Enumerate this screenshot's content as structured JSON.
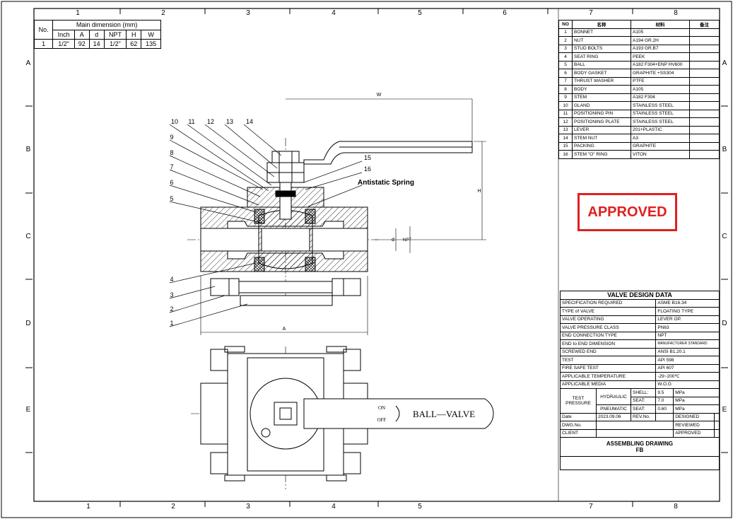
{
  "border": {
    "columns_top": [
      "1",
      "2",
      "3",
      "4",
      "5",
      "6",
      "7",
      "8"
    ],
    "columns_bottom": [
      "1",
      "2",
      "3",
      "4",
      "5",
      "7",
      "8"
    ],
    "rows": [
      "A",
      "B",
      "C",
      "D",
      "E"
    ]
  },
  "dimension_table": {
    "no_header": "No.",
    "title": "Main dimension (mm)",
    "columns": [
      "Inch",
      "A",
      "d",
      "NPT",
      "H",
      "W"
    ],
    "row": {
      "no": "1",
      "values": [
        "1/2\"",
        "92",
        "14",
        "1/2\"",
        "62",
        "135"
      ]
    }
  },
  "parts_table": {
    "headers": [
      "NO",
      "名称",
      "材料",
      "备注"
    ],
    "rows": [
      {
        "no": "1",
        "name": "BONNET",
        "material": "A105"
      },
      {
        "no": "2",
        "name": "NUT",
        "material": "A194 GR.2H"
      },
      {
        "no": "3",
        "name": "STUD BOLTS",
        "material": "A193 GR.B7"
      },
      {
        "no": "4",
        "name": "SEAT RING",
        "material": "PEEK"
      },
      {
        "no": "5",
        "name": "BALL",
        "material": "A182 F304+ENP HV600"
      },
      {
        "no": "6",
        "name": "BODY GASKET",
        "material": "GRAPHITE +SS304"
      },
      {
        "no": "7",
        "name": "THRUST WASHER",
        "material": "PTFE"
      },
      {
        "no": "8",
        "name": "BODY",
        "material": "A105"
      },
      {
        "no": "9",
        "name": "STEM",
        "material": "A182 F304"
      },
      {
        "no": "10",
        "name": "GLAND",
        "material": "STAINLESS STEEL"
      },
      {
        "no": "11",
        "name": "POSITIONING PIN",
        "material": "STAINLESS STEEL"
      },
      {
        "no": "12",
        "name": "POSITIONING PLATE",
        "material": "STAINLESS STEEL"
      },
      {
        "no": "13",
        "name": "LEVER",
        "material": "201+PLASTIC"
      },
      {
        "no": "14",
        "name": "STEM NUT",
        "material": "A3"
      },
      {
        "no": "15",
        "name": "PACKING",
        "material": "GRAPHITE"
      },
      {
        "no": "16",
        "name": "STEM \"O\" RING",
        "material": "VITON"
      }
    ]
  },
  "stamp": {
    "text": "APPROVED",
    "color": "#e02020"
  },
  "design_data": {
    "title": "VALVE DESIGN DATA",
    "rows": [
      {
        "label": "SPECIFICATION REQUIRED",
        "value": "ASME B16.34"
      },
      {
        "label": "TYPE of VALVE",
        "value": "FLOATING TYPE"
      },
      {
        "label": "VALVE OPERATING",
        "value": "LEVER OP."
      },
      {
        "label": "VALVE PRESSURE CLASS",
        "value": "PN63"
      },
      {
        "label": "END CONNECTION TYPE",
        "value": "NPT"
      },
      {
        "label": "END to END DIMENSION",
        "value": "MANUFACTURER STANDARD"
      },
      {
        "label": "SCREWED END",
        "value": "ANSI B1.20.1"
      },
      {
        "label": "TEST",
        "value": "API 598"
      },
      {
        "label": "FIRE SAFE TEST",
        "value": "API 607"
      },
      {
        "label": "APPLICABLE TEMPERATURE",
        "value": "-29~200℃"
      },
      {
        "label": "APPLICABLE MEDIA",
        "value": "W.O.G"
      }
    ],
    "test_pressure": {
      "label_1": "TEST",
      "label_2": "PRESSURE",
      "hydraulic": "HYDRAULIC",
      "pneumatic": "PNEUMATIC",
      "shell_label": "SHELL:",
      "shell_value": "9.5",
      "seat_label": "SEAT:",
      "seat_value": "7.0",
      "pseat_label": "SEAT:",
      "pseat_value": "0.60",
      "unit": "MPa"
    },
    "date_label": "Date",
    "date_value": "2023.09.06",
    "rev_label": "REV.No.",
    "designed": "DESIGNED",
    "reviewed": "REVIEWED",
    "approved": "APPROVED",
    "dwg_label": "DWG.No.",
    "client_label": "CLIENT",
    "drawing_title": "ASSEMBLING DRAWING",
    "drawing_subtitle": "FB"
  },
  "drawing_labels": {
    "balloons": [
      "10",
      "11",
      "12",
      "13",
      "14",
      "15",
      "16",
      "9",
      "8",
      "7",
      "6",
      "5",
      "4",
      "3",
      "2",
      "1"
    ],
    "callout": "Antistatic Spring",
    "dim_w": "W",
    "dim_h": "H",
    "dim_a": "A",
    "dim_d": "d",
    "dim_npt": "NPT",
    "lever_text": "BALL—VALVE",
    "on": "ON",
    "off": "OFF"
  }
}
